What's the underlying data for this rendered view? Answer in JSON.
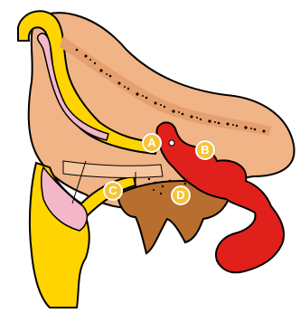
{
  "colors": {
    "outline": "#000000",
    "skin": "#f0b487",
    "cartilage_yellow": "#ffd400",
    "cartilage_pink": "#f4b6c9",
    "bone_brown": "#b86e2f",
    "ossicles_red": "#e0201b",
    "canal_light": "#f6c79e",
    "marker": "#f7c33a",
    "marker_text": "#ffffff"
  },
  "markers": [
    {
      "id": "a",
      "label": "A"
    },
    {
      "id": "b",
      "label": "B"
    },
    {
      "id": "c",
      "label": "C"
    },
    {
      "id": "d",
      "label": "D"
    }
  ]
}
